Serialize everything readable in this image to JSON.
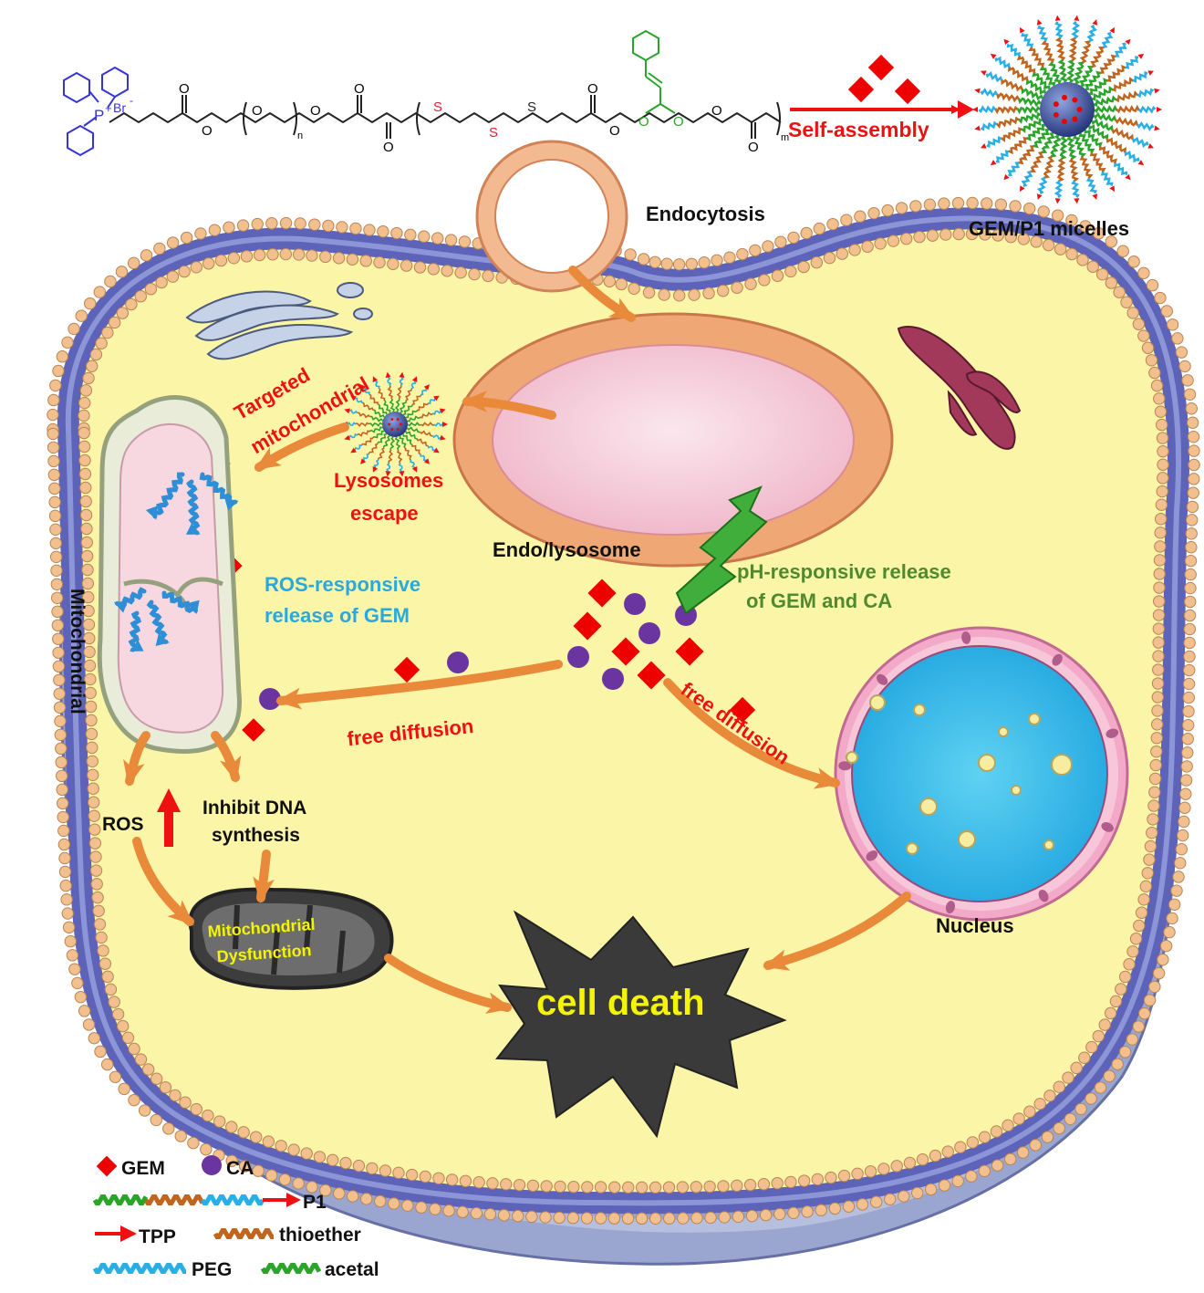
{
  "polymer": {
    "label_p": "P",
    "label_charge": "+",
    "label_br": "Br",
    "label_br_minus": "-",
    "atom_o": "O",
    "atom_s": "S",
    "sub_n": "n",
    "sub_m": "m",
    "colors": {
      "tpp": "#3434d8",
      "thioether_s": "#e0203a",
      "acetal": "#2aa52a",
      "backbone": "#222222"
    }
  },
  "self_assembly": {
    "label": "Self-assembly"
  },
  "micelles": {
    "label": "GEM/P1 micelles"
  },
  "endocytosis": {
    "label": "Endocytosis"
  },
  "endo_lysosome": {
    "label": "Endo/lysosome"
  },
  "targeted": {
    "line1": "Targeted",
    "line2": "mitochondrial"
  },
  "lysosomes_escape": {
    "line1": "Lysosomes",
    "line2": "escape"
  },
  "ros_release": {
    "line1": "ROS-responsive",
    "line2": "release of GEM"
  },
  "ph_release": {
    "line1": "pH-responsive release",
    "line2": "of GEM and CA"
  },
  "free_diffusion_left": {
    "label": "free  diffusion"
  },
  "free_diffusion_right": {
    "label": "free  diffusion"
  },
  "mitochondrial_label": {
    "label": "Mitochondrial"
  },
  "ros": {
    "label": "ROS"
  },
  "inhibit": {
    "line1": "Inhibit DNA",
    "line2": "synthesis"
  },
  "dysfunction": {
    "line1": "Mitochondrial",
    "line2": "Dysfunction"
  },
  "nucleus": {
    "label": "Nucleus"
  },
  "cell_death": {
    "label": "cell death"
  },
  "legend": {
    "gem": "GEM",
    "ca": "CA",
    "p1": "P1",
    "tpp": "TPP",
    "thioether": "thioether",
    "peg": "PEG",
    "acetal": "acetal"
  },
  "colors": {
    "gem": "#ee0000",
    "ca": "#6a35a0",
    "peg": "#29aee6",
    "thioether": "#c0651f",
    "acetal": "#2aa52a",
    "tpp_arrow": "#ee1111",
    "process_arrow": "#e98a3a",
    "cytoplasm": "#fbf5a8",
    "membrane_bead": "#f1c08e",
    "red_text": "#ee1111",
    "blue_text": "#2aa8e0",
    "green_text": "#4f8a2e",
    "yellow_text": "#f5f500"
  }
}
